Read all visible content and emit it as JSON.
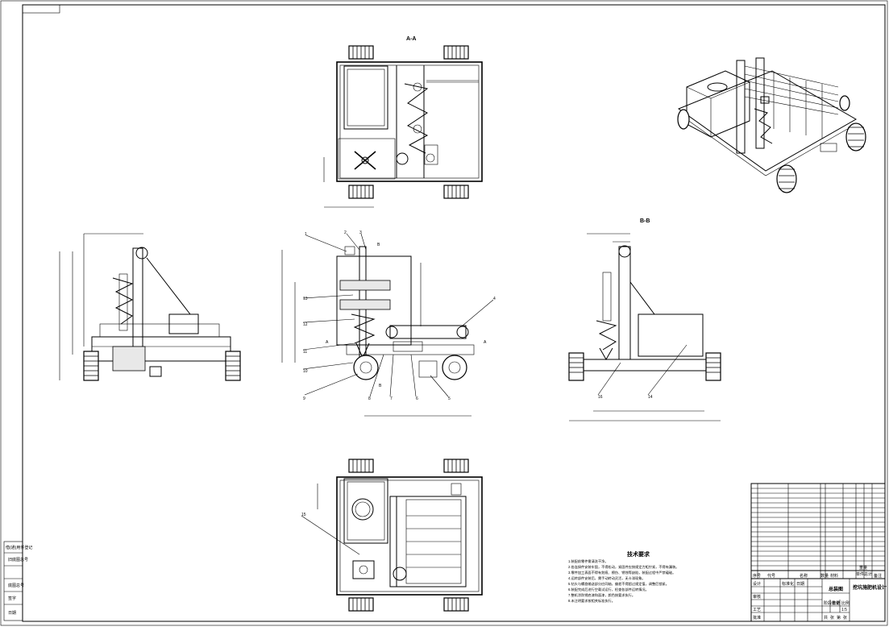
{
  "drawing": {
    "section_labels": [
      "A-A",
      "B-B"
    ],
    "cut_marks": [
      "A",
      "A",
      "B",
      "B"
    ],
    "part_callouts": [
      "1",
      "2",
      "3",
      "4",
      "5",
      "6",
      "7",
      "8",
      "9",
      "10",
      "11",
      "12",
      "13",
      "14",
      "15",
      "16"
    ],
    "technical_notes": {
      "title": "技术要求",
      "lines": [
        "1.装配前零件需清洗干净。",
        "2.各连接件安装牢固，不得松动，紧固件应按规定力矩拧紧，不得有漏装。",
        "3.零件加工表面不得有划痕、擦伤、锈蚀等缺陷，装配过程中严禁磕碰。",
        "4.运转部件安装后，需手动转动灵活，无卡滞现象。",
        "5.钻头与螺旋输送部分应同轴，偏差不得超过规定值，调整后锁紧。",
        "6.装配完成后进行空载试运行，检查各部件运转情况。",
        "7.整机涂防锈底漆和面漆，颜色按要求执行。",
        "8.未注明要求按相关标准执行。"
      ]
    },
    "title_block": {
      "header_cols": [
        "序号",
        "代号",
        "名称",
        "数量",
        "材料",
        "单件",
        "总计",
        "重量",
        "备注"
      ],
      "drawing_name": "总装图",
      "company": "挖坑施肥机设计",
      "labels": [
        "设计",
        "审核",
        "工艺",
        "批准",
        "标准化",
        "日期",
        "阶段标记",
        "重量",
        "比例",
        "共",
        "张",
        "第",
        "张"
      ],
      "scale": "1:5"
    },
    "left_strip": [
      "借(通)用件登记",
      "旧底图总号",
      "底图总号",
      "签字",
      "日期"
    ]
  }
}
